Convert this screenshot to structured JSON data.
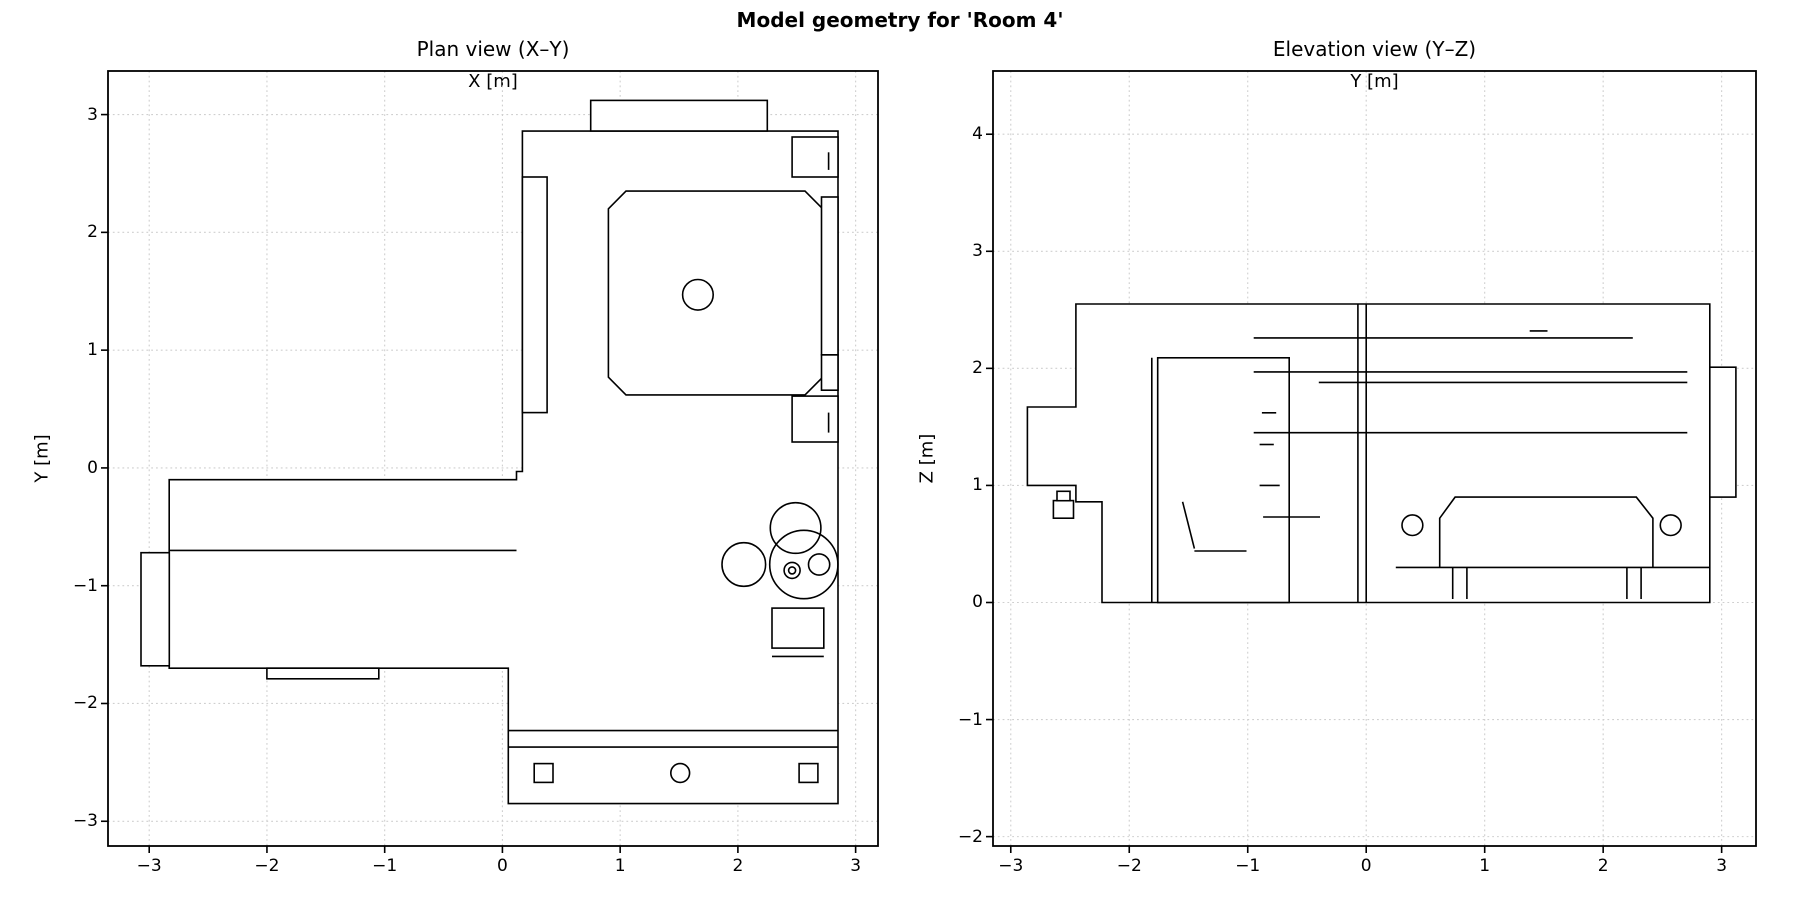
{
  "figure": {
    "suptitle": "Model geometry for 'Room 4'",
    "background_color": "#ffffff",
    "line_color": "#000000",
    "grid_color": "#cfcfcf"
  },
  "chart_data": [
    {
      "type": "line",
      "title": "Plan view (X–Y)",
      "xlabel": "X [m]",
      "ylabel": "Y [m]",
      "xlim": [
        -3.35,
        3.19
      ],
      "ylim": [
        -3.21,
        3.37
      ],
      "xticks": [
        -3,
        -2,
        -1,
        0,
        1,
        2,
        3
      ],
      "yticks": [
        -3,
        -2,
        -1,
        0,
        1,
        2,
        3
      ],
      "grid": true,
      "legend": false,
      "shapes": [
        {
          "t": "poly",
          "closed": true,
          "fill": true,
          "p": [
            [
              0.17,
              2.86
            ],
            [
              2.85,
              2.86
            ],
            [
              2.85,
              -2.85
            ],
            [
              0.05,
              -2.85
            ],
            [
              0.05,
              -1.7
            ],
            [
              -2.83,
              -1.7
            ],
            [
              -2.83,
              -0.1
            ],
            [
              0.12,
              -0.1
            ],
            [
              0.12,
              -0.03
            ],
            [
              0.17,
              -0.03
            ]
          ]
        },
        {
          "t": "rect",
          "fill": true,
          "r": [
            0.75,
            2.86,
            1.5,
            0.26
          ]
        },
        {
          "t": "rect",
          "fill": true,
          "r": [
            -3.07,
            -1.68,
            0.24,
            0.96
          ]
        },
        {
          "t": "line",
          "p": [
            [
              -2.83,
              -0.7
            ],
            [
              0.12,
              -0.7
            ]
          ]
        },
        {
          "t": "rect",
          "fill": false,
          "r": [
            -2.0,
            -1.79,
            0.95,
            0.09
          ]
        },
        {
          "t": "line",
          "p": [
            [
              0.05,
              -2.23
            ],
            [
              2.85,
              -2.23
            ]
          ]
        },
        {
          "t": "line",
          "p": [
            [
              0.05,
              -2.37
            ],
            [
              2.85,
              -2.37
            ]
          ]
        },
        {
          "t": "rect",
          "fill": true,
          "r": [
            0.27,
            -2.67,
            0.16,
            0.16
          ]
        },
        {
          "t": "rect",
          "fill": true,
          "r": [
            2.52,
            -2.67,
            0.16,
            0.16
          ]
        },
        {
          "t": "circle",
          "c": [
            1.51,
            -2.59
          ],
          "r": 0.08
        },
        {
          "t": "rect",
          "fill": true,
          "r": [
            0.17,
            0.47,
            0.21,
            2.0
          ]
        },
        {
          "t": "poly",
          "closed": true,
          "fill": true,
          "p": [
            [
              0.9,
              2.2
            ],
            [
              1.05,
              2.35
            ],
            [
              2.57,
              2.35
            ],
            [
              2.72,
              2.2
            ],
            [
              2.72,
              0.77
            ],
            [
              2.57,
              0.62
            ],
            [
              1.05,
              0.62
            ],
            [
              0.9,
              0.77
            ]
          ]
        },
        {
          "t": "circle",
          "c": [
            1.66,
            1.47
          ],
          "r": 0.13
        },
        {
          "t": "rect",
          "fill": true,
          "r": [
            2.46,
            2.47,
            0.39,
            0.34
          ]
        },
        {
          "t": "line",
          "p": [
            [
              2.77,
              2.53
            ],
            [
              2.77,
              2.68
            ]
          ]
        },
        {
          "t": "rect",
          "fill": true,
          "r": [
            2.46,
            0.22,
            0.39,
            0.39
          ]
        },
        {
          "t": "line",
          "p": [
            [
              2.77,
              0.3
            ],
            [
              2.77,
              0.47
            ]
          ]
        },
        {
          "t": "rect",
          "fill": true,
          "r": [
            2.71,
            0.96,
            0.14,
            1.34
          ]
        },
        {
          "t": "rect",
          "fill": true,
          "r": [
            2.71,
            0.66,
            0.14,
            0.3
          ]
        },
        {
          "t": "circle",
          "c": [
            2.49,
            -0.51
          ],
          "r": 0.215
        },
        {
          "t": "circle",
          "c": [
            2.56,
            -0.82
          ],
          "r": 0.29
        },
        {
          "t": "circle",
          "c": [
            2.05,
            -0.82
          ],
          "r": 0.185
        },
        {
          "t": "circle",
          "c": [
            2.46,
            -0.87
          ],
          "r": 0.068
        },
        {
          "t": "circle",
          "c": [
            2.46,
            -0.87
          ],
          "r": 0.03
        },
        {
          "t": "circle",
          "c": [
            2.69,
            -0.82
          ],
          "r": 0.09
        },
        {
          "t": "rect",
          "fill": true,
          "r": [
            2.29,
            -1.53,
            0.44,
            0.34
          ]
        },
        {
          "t": "line",
          "p": [
            [
              2.29,
              -1.6
            ],
            [
              2.73,
              -1.6
            ]
          ]
        }
      ]
    },
    {
      "type": "line",
      "title": "Elevation view (Y–Z)",
      "xlabel": "Y [m]",
      "ylabel": "Z [m]",
      "xlim": [
        -3.15,
        3.29
      ],
      "ylim": [
        -2.08,
        4.54
      ],
      "xticks": [
        -3,
        -2,
        -1,
        0,
        1,
        2,
        3
      ],
      "yticks": [
        -2,
        -1,
        0,
        1,
        2,
        3,
        4
      ],
      "grid": true,
      "legend": false,
      "shapes": [
        {
          "t": "poly",
          "closed": true,
          "fill": true,
          "p": [
            [
              -2.45,
              2.55
            ],
            [
              2.9,
              2.55
            ],
            [
              2.9,
              0
            ],
            [
              -2.23,
              0
            ],
            [
              -2.23,
              0.86
            ],
            [
              -2.45,
              0.86
            ],
            [
              -2.45,
              1.0
            ],
            [
              -2.86,
              1.0
            ],
            [
              -2.86,
              1.67
            ],
            [
              -2.45,
              1.67
            ]
          ]
        },
        {
          "t": "rect",
          "fill": true,
          "r": [
            2.9,
            0.9,
            0.22,
            1.11
          ]
        },
        {
          "t": "rect",
          "fill": true,
          "r": [
            -2.64,
            0.72,
            0.17,
            0.15
          ]
        },
        {
          "t": "rect",
          "fill": true,
          "r": [
            -2.61,
            0.87,
            0.11,
            0.08
          ]
        },
        {
          "t": "rect",
          "fill": true,
          "r": [
            -1.76,
            0.0,
            1.11,
            2.09
          ]
        },
        {
          "t": "line",
          "p": [
            [
              -1.81,
              0.0
            ],
            [
              -1.81,
              2.09
            ]
          ]
        },
        {
          "t": "line",
          "p": [
            [
              -0.07,
              0.0
            ],
            [
              -0.07,
              2.55
            ]
          ]
        },
        {
          "t": "line",
          "p": [
            [
              0.0,
              0.0
            ],
            [
              0.0,
              2.55
            ]
          ]
        },
        {
          "t": "line",
          "p": [
            [
              -0.95,
              2.26
            ],
            [
              2.25,
              2.26
            ]
          ]
        },
        {
          "t": "line",
          "p": [
            [
              1.38,
              2.32
            ],
            [
              1.53,
              2.32
            ]
          ]
        },
        {
          "t": "line",
          "p": [
            [
              -0.95,
              1.97
            ],
            [
              2.71,
              1.97
            ]
          ]
        },
        {
          "t": "line",
          "p": [
            [
              -0.4,
              1.88
            ],
            [
              2.71,
              1.88
            ]
          ]
        },
        {
          "t": "line",
          "p": [
            [
              -0.95,
              1.45
            ],
            [
              2.71,
              1.45
            ]
          ]
        },
        {
          "t": "line",
          "p": [
            [
              -0.88,
              1.62
            ],
            [
              -0.76,
              1.62
            ]
          ]
        },
        {
          "t": "line",
          "p": [
            [
              -0.9,
              1.35
            ],
            [
              -0.78,
              1.35
            ]
          ]
        },
        {
          "t": "line",
          "p": [
            [
              -0.9,
              1.0
            ],
            [
              -0.73,
              1.0
            ]
          ]
        },
        {
          "t": "line",
          "p": [
            [
              -0.87,
              0.73
            ],
            [
              -0.39,
              0.73
            ]
          ]
        },
        {
          "t": "line",
          "p": [
            [
              -1.55,
              0.86
            ],
            [
              -1.45,
              0.46
            ]
          ]
        },
        {
          "t": "line",
          "p": [
            [
              -1.45,
              0.44
            ],
            [
              -1.01,
              0.44
            ]
          ]
        },
        {
          "t": "poly",
          "closed": false,
          "fill": false,
          "p": [
            [
              0.62,
              0.3
            ],
            [
              0.62,
              0.72
            ],
            [
              0.75,
              0.9
            ],
            [
              2.28,
              0.9
            ],
            [
              2.42,
              0.72
            ],
            [
              2.42,
              0.3
            ]
          ]
        },
        {
          "t": "line",
          "p": [
            [
              0.25,
              0.3
            ],
            [
              2.9,
              0.3
            ]
          ]
        },
        {
          "t": "line",
          "p": [
            [
              0.73,
              0.3
            ],
            [
              0.73,
              0.03
            ]
          ]
        },
        {
          "t": "line",
          "p": [
            [
              0.85,
              0.3
            ],
            [
              0.85,
              0.03
            ]
          ]
        },
        {
          "t": "line",
          "p": [
            [
              2.2,
              0.3
            ],
            [
              2.2,
              0.03
            ]
          ]
        },
        {
          "t": "line",
          "p": [
            [
              2.32,
              0.3
            ],
            [
              2.32,
              0.03
            ]
          ]
        },
        {
          "t": "circle",
          "c": [
            0.39,
            0.66
          ],
          "r": 0.088
        },
        {
          "t": "circle",
          "c": [
            2.57,
            0.66
          ],
          "r": 0.088
        }
      ]
    }
  ]
}
